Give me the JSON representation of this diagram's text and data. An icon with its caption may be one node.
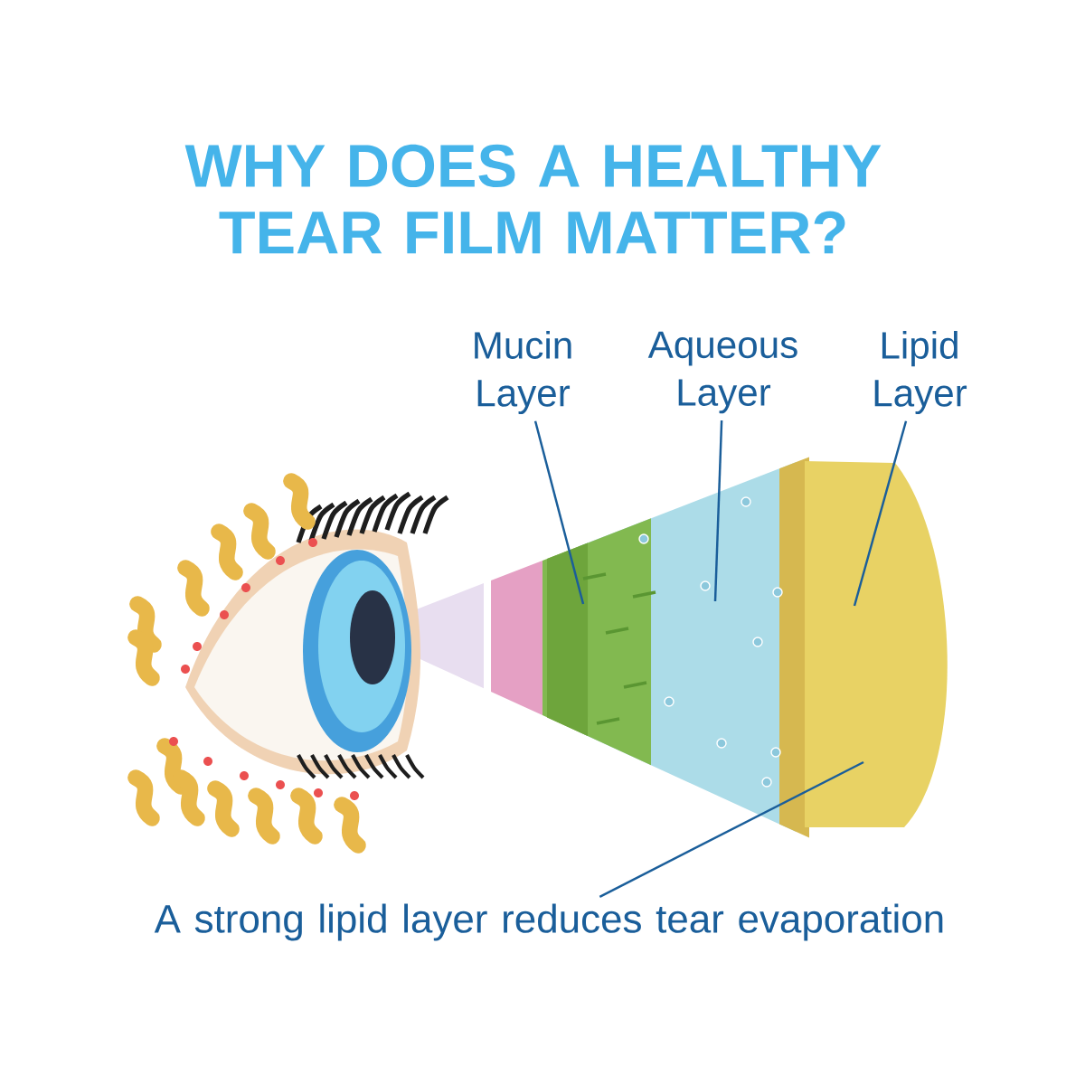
{
  "diagram": {
    "title": "WHY DOES A HEALTHY TEAR FILM MATTER?",
    "nodes": [
      {
        "text": [
          "Mucin Layer"
        ]
      },
      {
        "text": [
          "Aqueous Layer"
        ]
      },
      {
        "text": [
          "Lipid Layer"
        ]
      },
      {
        "text": [
          "A strong lipid layer reduces tear evaporation"
        ]
      }
    ],
    "edges": [
      {
        "from": 0,
        "to": null,
        "arrow": "none"
      },
      {
        "from": 1,
        "to": null,
        "arrow": "none"
      },
      {
        "from": 2,
        "to": null,
        "arrow": "none"
      },
      {
        "from": 3,
        "to": null,
        "arrow": "none"
      }
    ]
  }
}
